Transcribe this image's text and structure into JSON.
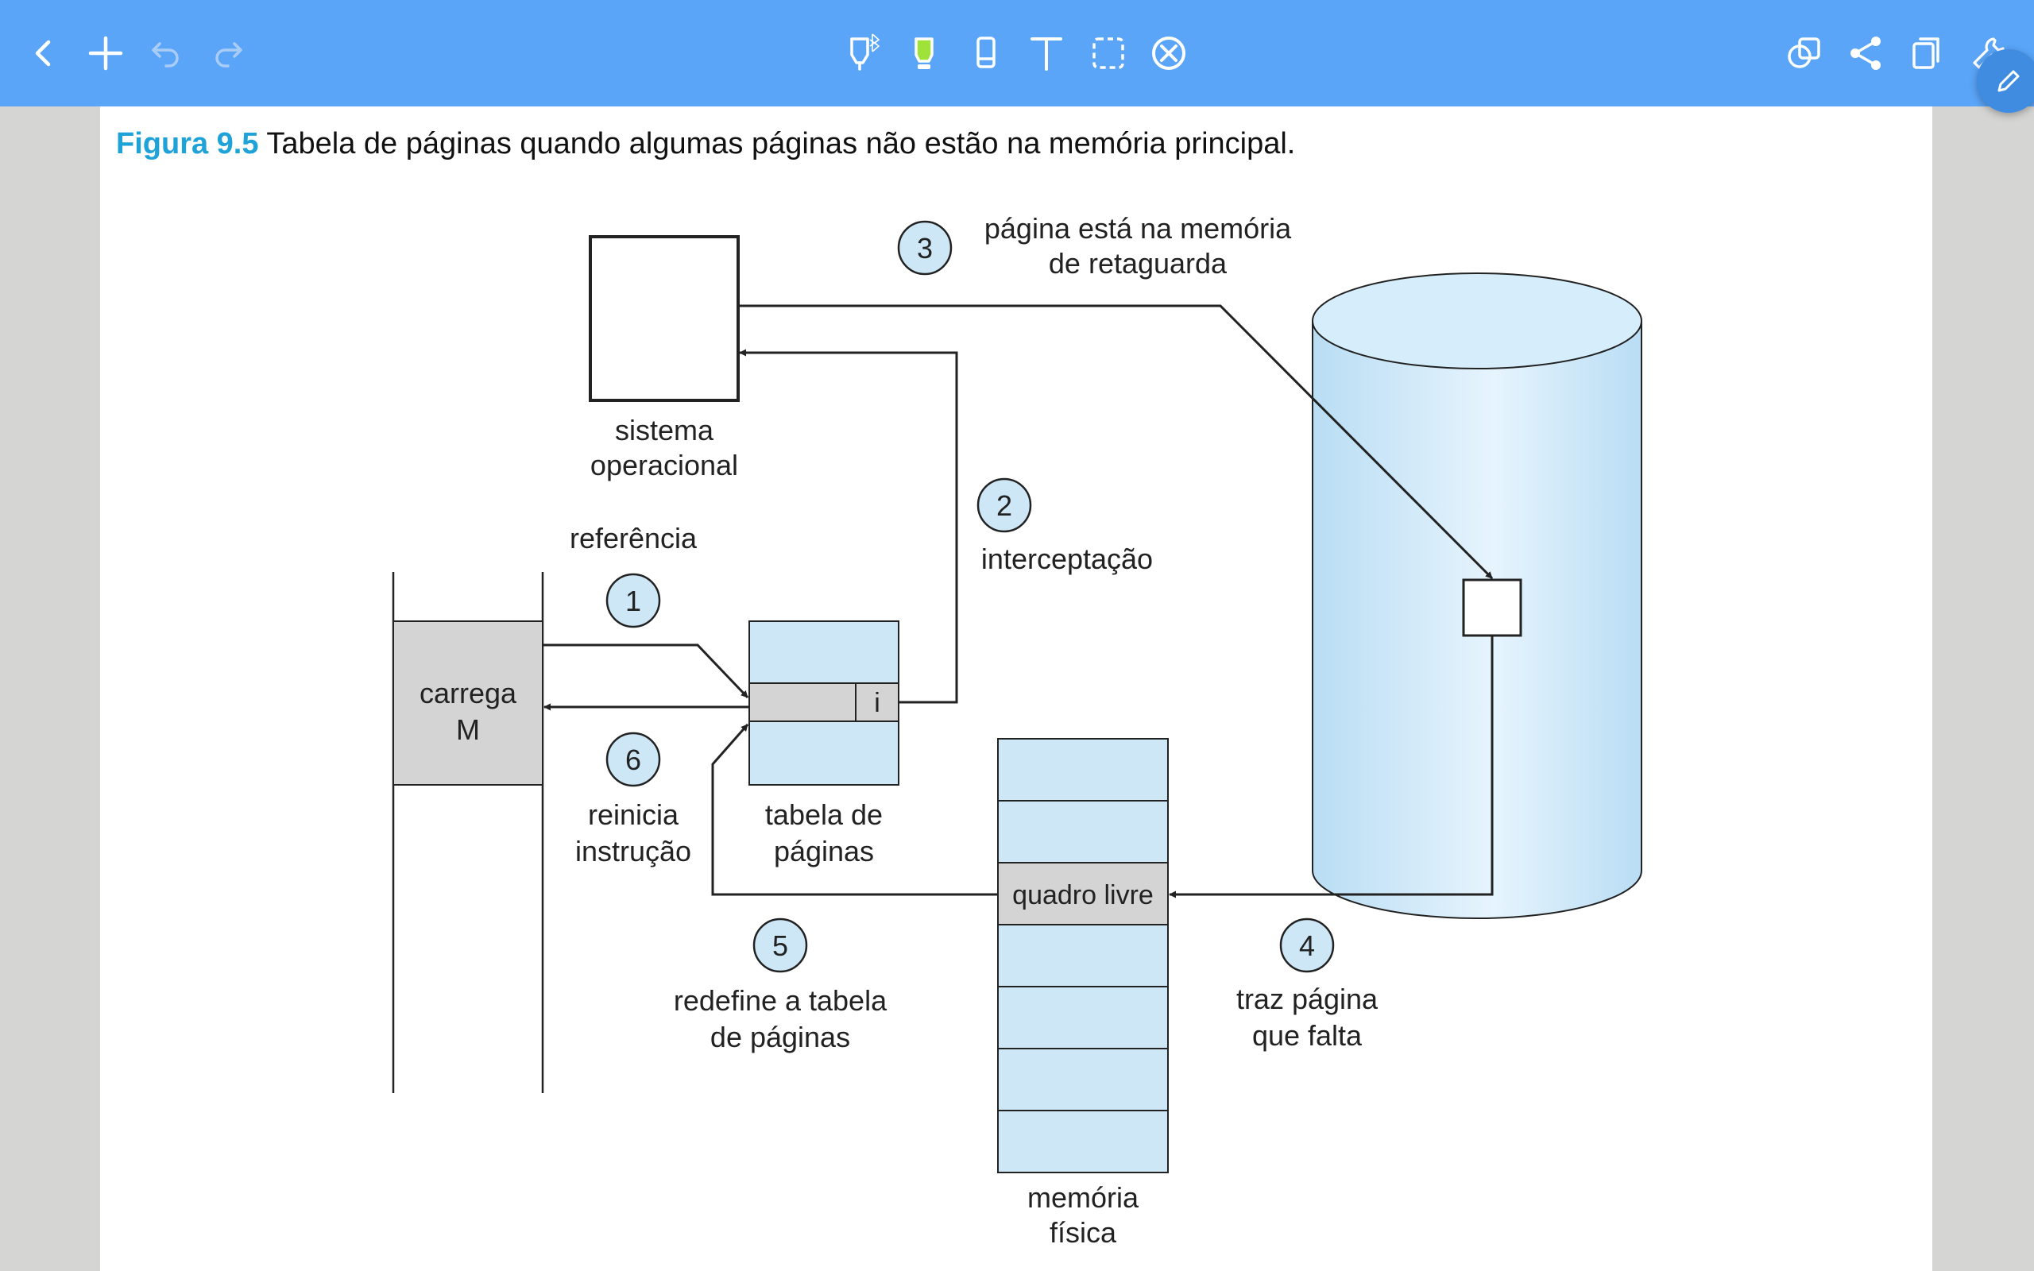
{
  "caption": {
    "label": "Figura 9.5",
    "text": "Tabela de páginas quando algumas páginas não estão na memória principal."
  },
  "diagram": {
    "os_label_line1": "sistema",
    "os_label_line2": "operacional",
    "ref_label": "referência",
    "load_label_line1": "carrega",
    "load_label_line2": "M",
    "page_bit": "i",
    "page_table_line1": "tabela de",
    "page_table_line2": "páginas",
    "free_frame": "quadro livre",
    "phys_mem_line1": "memória",
    "phys_mem_line2": "física",
    "steps": [
      {
        "num": "1",
        "line1": "",
        "line2": ""
      },
      {
        "num": "2",
        "line1": "interceptação",
        "line2": ""
      },
      {
        "num": "3",
        "line1": "página está na memória",
        "line2": "de retaguarda"
      },
      {
        "num": "4",
        "line1": "traz página",
        "line2": "que falta"
      },
      {
        "num": "5",
        "line1": "redefine a tabela",
        "line2": "de páginas"
      },
      {
        "num": "6",
        "line1": "reinicia",
        "line2": "instrução"
      }
    ]
  },
  "toolbar": {
    "left": [
      "back-icon",
      "add-icon",
      "undo-icon",
      "redo-icon"
    ],
    "center": [
      "pen-bluetooth-icon",
      "highlighter-icon",
      "eraser-icon",
      "text-icon",
      "lasso-select-icon",
      "shape-remove-icon"
    ],
    "right": [
      "overlay-icon",
      "share-icon",
      "copy-icon",
      "wrench-icon"
    ]
  },
  "colors": {
    "toolbar": "#5aa5f8",
    "caption_accent": "#1ea2d8",
    "diagram_fill": "#cde7f7",
    "diagram_gray": "#d4d4d4",
    "highlighter": "#9ee23a",
    "fab": "#3f8ce0"
  }
}
